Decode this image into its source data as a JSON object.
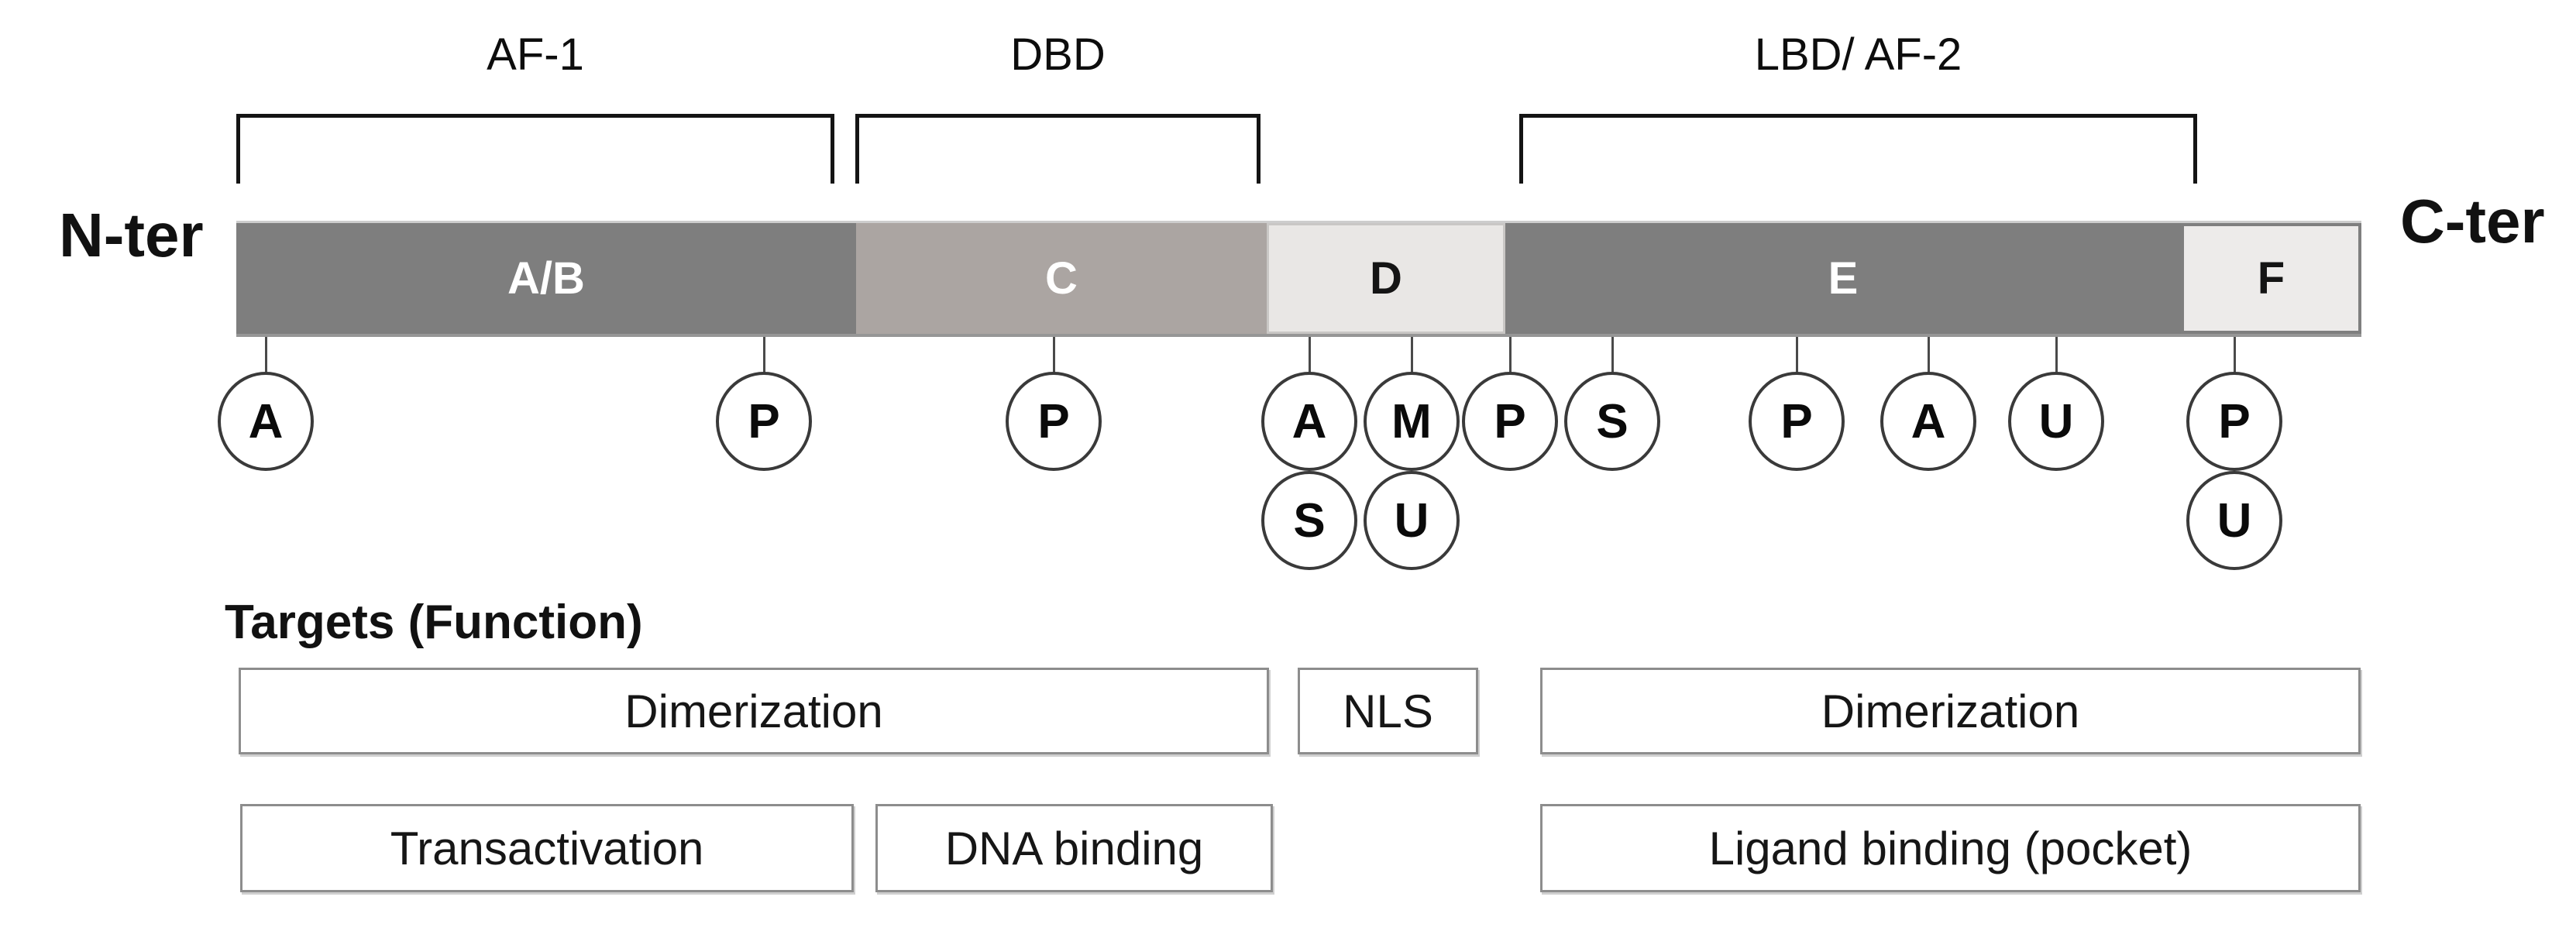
{
  "terminals": {
    "n_label": "N-ter",
    "c_label": "C-ter"
  },
  "brackets": [
    {
      "label": "AF-1"
    },
    {
      "label": "DBD"
    },
    {
      "label": "LBD/ AF-2"
    }
  ],
  "domains": [
    {
      "label": "A/B",
      "fill": "#7e7e7e",
      "text_color": "#ffffff"
    },
    {
      "label": "C",
      "fill": "#aba5a2",
      "text_color": "#ffffff"
    },
    {
      "label": "D",
      "fill": "#e9e7e5",
      "text_color": "#141414"
    },
    {
      "label": "E",
      "fill": "#7e7e7e",
      "text_color": "#ffffff"
    },
    {
      "label": "F",
      "fill": "#edebea",
      "text_color": "#141414"
    }
  ],
  "modifications": {
    "row1": [
      "A",
      "P",
      "P",
      "A",
      "M",
      "P",
      "S",
      "P",
      "A",
      "U",
      "P"
    ],
    "row2": [
      "S",
      "U",
      "U"
    ]
  },
  "targets": {
    "heading": "Targets (Function)",
    "row1": [
      {
        "label": "Dimerization"
      },
      {
        "label": "NLS"
      },
      {
        "label": "Dimerization"
      }
    ],
    "row2": [
      {
        "label": "Transactivation"
      },
      {
        "label": "DNA binding"
      },
      {
        "label": "Ligand binding (pocket)"
      }
    ]
  },
  "colors": {
    "dark_domain": "#7e7e7e",
    "medium_domain": "#aba5a2",
    "light_domain": "#e9e7e5",
    "bracket_line": "#141414",
    "circle_stroke": "#3a3a3a",
    "box_border": "#8d8d8d"
  }
}
